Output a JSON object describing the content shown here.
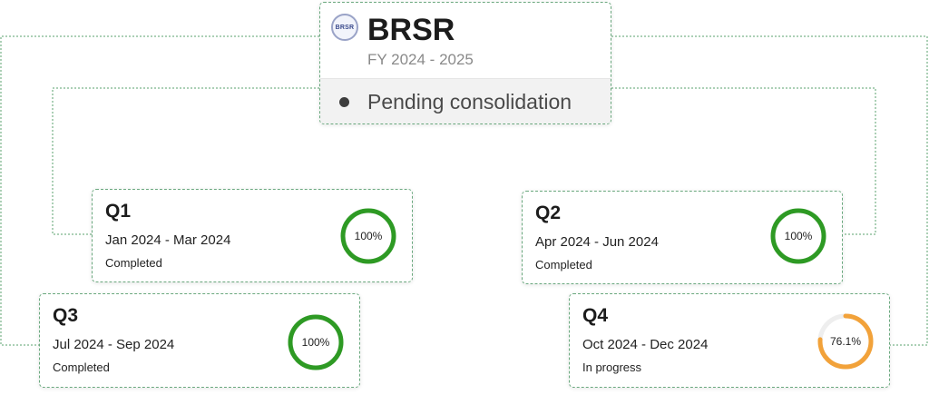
{
  "root": {
    "logo_text": "BRSR",
    "title": "BRSR",
    "fiscal_year": "FY 2024 - 2025",
    "status": "Pending consolidation"
  },
  "quarters": [
    {
      "name": "Q1",
      "range": "Jan 2024 - Mar 2024",
      "status": "Completed",
      "percent_label": "100%",
      "progress": 1.0,
      "color": "#2e9a24"
    },
    {
      "name": "Q2",
      "range": "Apr 2024 - Jun 2024",
      "status": "Completed",
      "percent_label": "100%",
      "progress": 1.0,
      "color": "#2e9a24"
    },
    {
      "name": "Q3",
      "range": "Jul 2024 - Sep 2024",
      "status": "Completed",
      "percent_label": "100%",
      "progress": 1.0,
      "color": "#2e9a24"
    },
    {
      "name": "Q4",
      "range": "Oct 2024 - Dec 2024",
      "status": "In progress",
      "percent_label": "76.1%",
      "progress": 0.761,
      "color": "#f2a23a"
    }
  ],
  "colors": {
    "connector": "#5aa06d",
    "track": "#eeeeee"
  }
}
